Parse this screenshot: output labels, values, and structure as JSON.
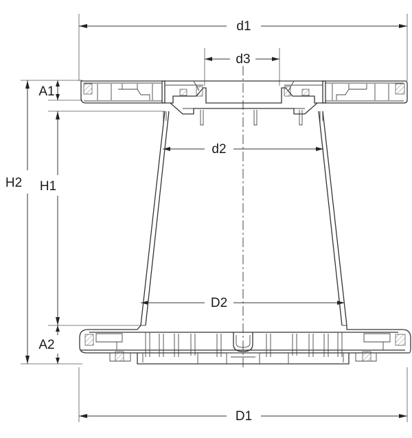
{
  "labels": {
    "d1": "d1",
    "d3": "d3",
    "d2": "d2",
    "D2": "D2",
    "D1": "D1",
    "A1": "A1",
    "H1": "H1",
    "H2": "H2",
    "A2": "A2"
  }
}
